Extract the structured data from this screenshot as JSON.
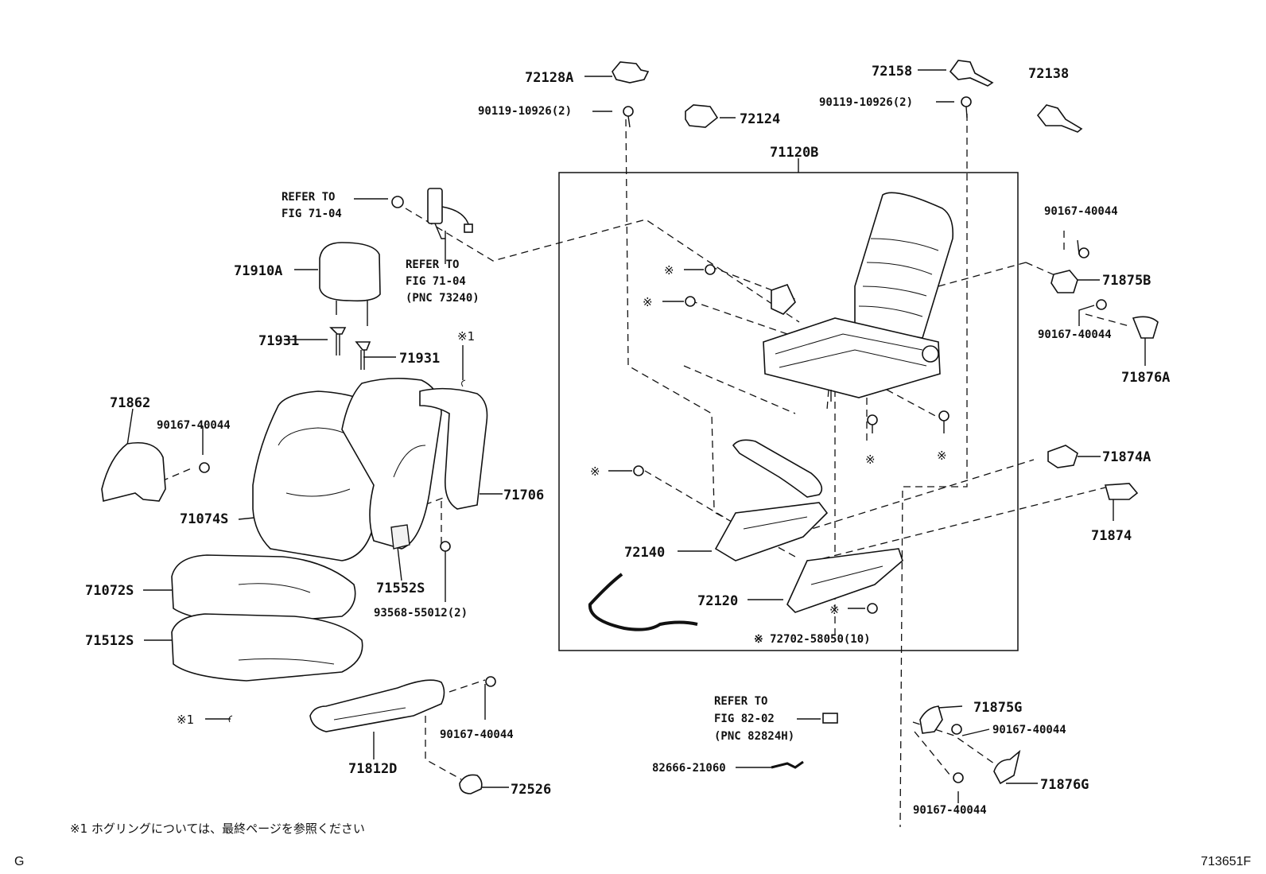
{
  "labels": {
    "p72128A": "72128A",
    "p72124": "72124",
    "p72158": "72158",
    "p72138": "72138",
    "p71120B": "71120B",
    "p90119_left": "90119-10926(2)",
    "p90119_right": "90119-10926(2)",
    "refer_7104_a_line1": "REFER TO",
    "refer_7104_a_line2": "FIG 71-04",
    "refer_7104_b_line1": "REFER TO",
    "refer_7104_b_line2": "FIG 71-04",
    "refer_7104_b_line3": "(PNC 73240)",
    "p71910A": "71910A",
    "p71931_left": "71931",
    "p71931_right": "71931",
    "mark1_top": "※1",
    "p71862": "71862",
    "p90167_left": "90167-40044",
    "p71074S": "71074S",
    "p71706": "71706",
    "p71552S": "71552S",
    "p93568": "93568-55012(2)",
    "p71072S": "71072S",
    "p71512S": "71512S",
    "mark1_bottom": "※1",
    "p71812D": "71812D",
    "p90167_bottom": "90167-40044",
    "p72526": "72526",
    "p72140": "72140",
    "p72120": "72120",
    "p72702": "※ 72702-58050(10)",
    "ref_mark": "※",
    "p90167_r1": "90167-40044",
    "p71875B": "71875B",
    "p90167_r2": "90167-40044",
    "p71876A": "71876A",
    "p71874A": "71874A",
    "p71874": "71874",
    "refer_8202_line1": "REFER TO",
    "refer_8202_line2": "FIG 82-02",
    "refer_8202_line3": "(PNC 82824H)",
    "p82666": "82666-21060",
    "p71875G": "71875G",
    "p90167_g1": "90167-40044",
    "p71876G": "71876G",
    "p90167_g2": "90167-40044"
  },
  "footnote": "※1 ホグリングについては、最終ページを参照ください",
  "corner_left": "G",
  "corner_right": "713651F"
}
